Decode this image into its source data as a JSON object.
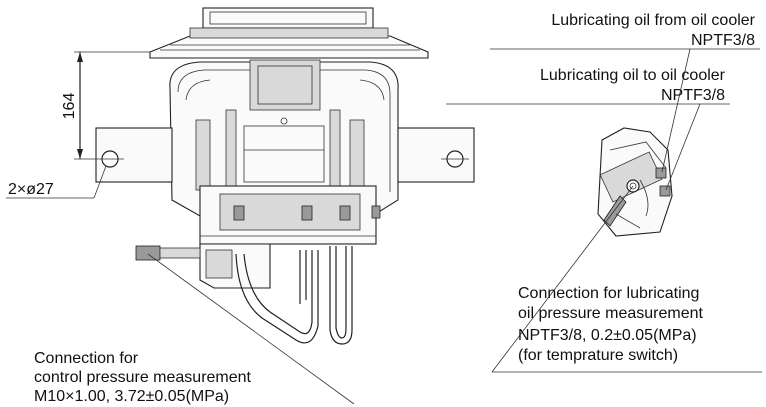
{
  "dimension": {
    "height_value": "164",
    "holes": "2×ø27"
  },
  "callouts": {
    "oil_from_cooler": {
      "line1": "Lubricating oil from oil cooler",
      "line2": "NPTF3/8"
    },
    "oil_to_cooler": {
      "line1": "Lubricating oil to oil cooler",
      "line2": "NPTF3/8"
    },
    "lube_pressure": {
      "line1": "Connection for lubricating",
      "line2": "oil pressure measurement",
      "line3": "NPTF3/8, 0.2±0.05(MPa)",
      "line4": "(for temprature switch)"
    },
    "control_pressure": {
      "line1": "Connection for",
      "line2": "control pressure measurement",
      "line3": "M10×1.00, 3.72±0.05(MPa)"
    }
  }
}
